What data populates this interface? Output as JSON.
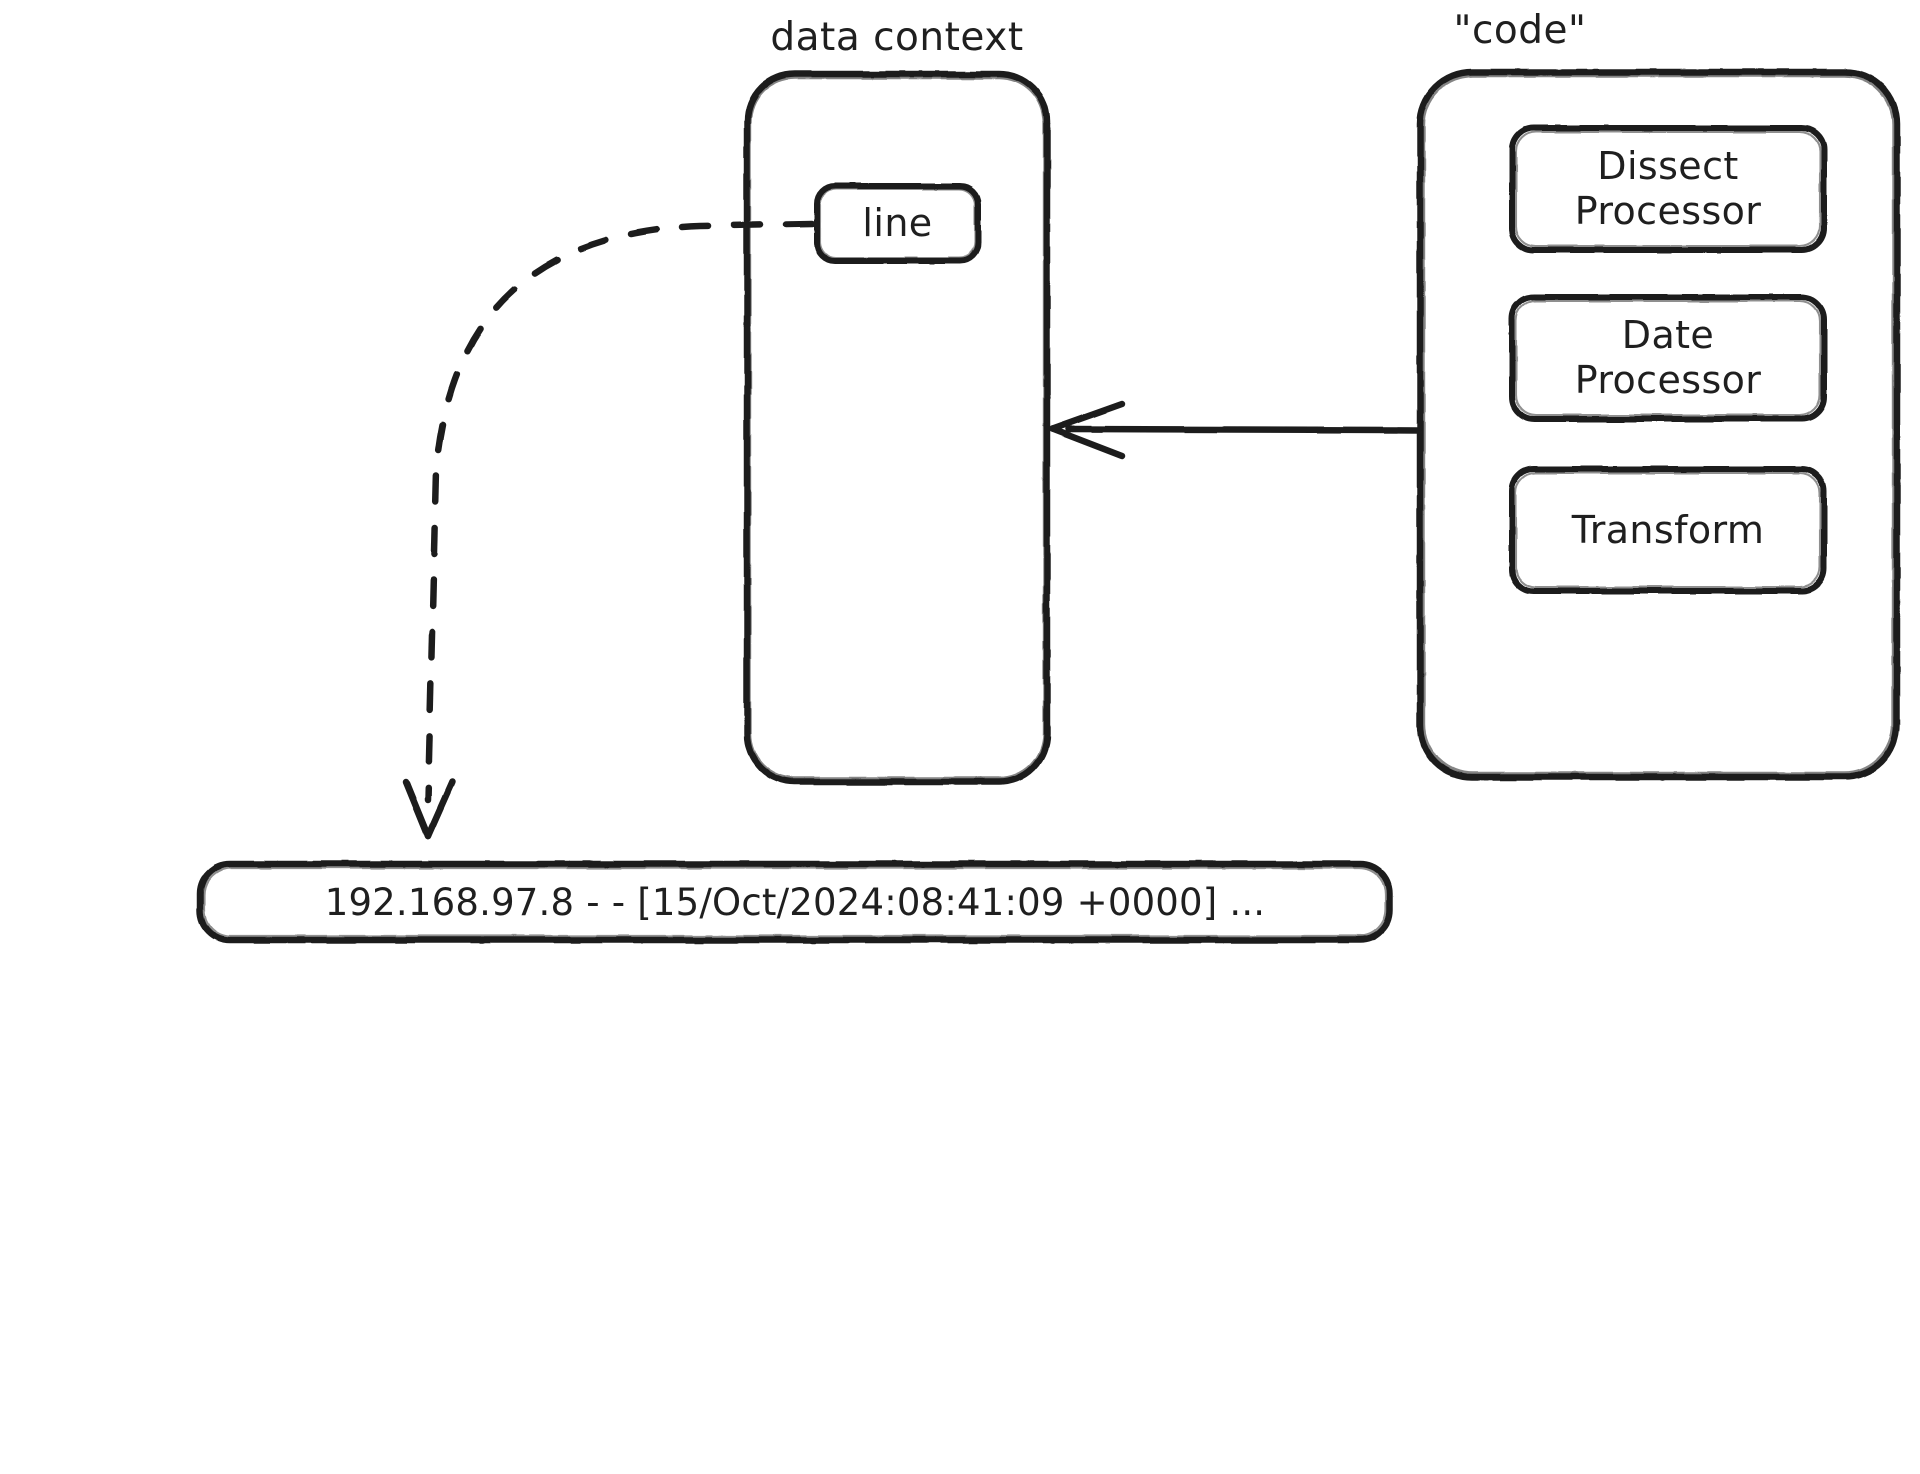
{
  "diagram": {
    "title_data_context": "data context",
    "title_code": "\"code\"",
    "stroke_color": "#1f1f1f",
    "background_color": "#ffffff"
  },
  "data_context": {
    "label": "data context",
    "fields": [
      {
        "name": "line",
        "label": "line"
      }
    ]
  },
  "code": {
    "label": "\"code\"",
    "processors": [
      {
        "name": "dissect-processor",
        "line1": "Dissect",
        "line2": "Processor"
      },
      {
        "name": "date-processor",
        "line1": "Date",
        "line2": "Processor"
      },
      {
        "name": "transform",
        "line1": "Transform",
        "line2": ""
      }
    ]
  },
  "source_record": {
    "name": "log-line",
    "text": "192.168.97.8 - - [15/Oct/2024:08:41:09 +0000] ..."
  },
  "edges": [
    {
      "name": "code-to-data-context",
      "style": "solid",
      "direction": "left",
      "from": "code",
      "to": "data context"
    },
    {
      "name": "line-to-log",
      "style": "dashed",
      "direction": "down",
      "from": "line",
      "to": "log line"
    }
  ]
}
